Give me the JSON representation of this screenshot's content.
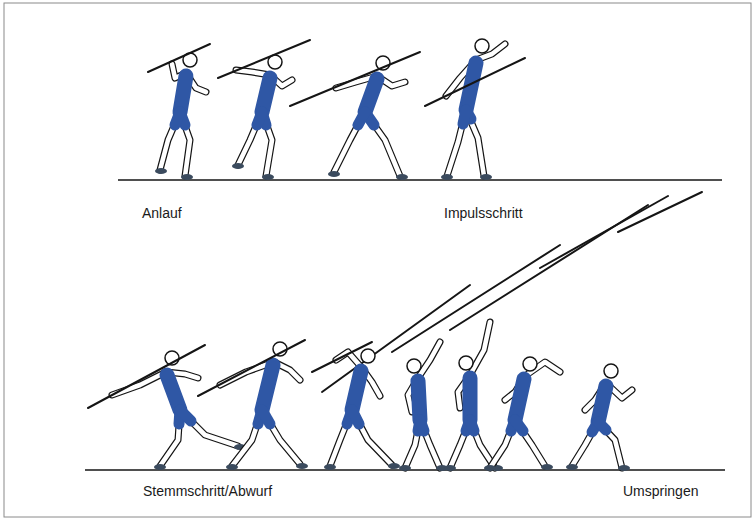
{
  "diagram": {
    "labels": [
      "Anlauf",
      "Impulsschritt",
      "Stemmschritt/Abwurf",
      "Umspringen"
    ]
  }
}
